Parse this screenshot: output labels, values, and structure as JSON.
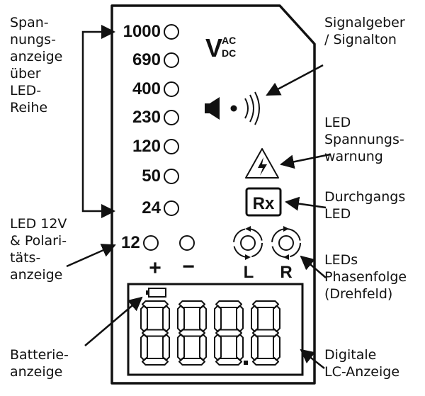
{
  "callouts": {
    "voltage_led_row": [
      "Span-",
      "nungs-",
      "anzeige",
      "über",
      "LED-",
      "Reihe"
    ],
    "led_12v_polarity": [
      "LED 12V",
      "& Polari-",
      "täts-",
      "anzeige"
    ],
    "battery": [
      "Batterie-",
      "anzeige"
    ],
    "signal": [
      "Signalgeber",
      "/ Signalton"
    ],
    "voltage_warning": [
      "LED",
      "Spannungs-",
      "warnung"
    ],
    "continuity": [
      "Durchgangs",
      "LED"
    ],
    "phase_sequence": [
      "LEDs",
      "Phasenfolge",
      "(Drehfeld)"
    ],
    "lc_display": [
      "Digitale",
      "LC-Anzeige"
    ]
  },
  "device": {
    "voltage_levels": [
      "1000",
      "690",
      "400",
      "230",
      "120",
      "50",
      "24"
    ],
    "level_12": "12",
    "plus": "+",
    "minus": "−",
    "v_symbol": "V",
    "ac": "AC",
    "dc": "DC",
    "rx": "Rx",
    "phase_left": "L",
    "phase_right": "R",
    "warning_symbol": "⚡"
  }
}
